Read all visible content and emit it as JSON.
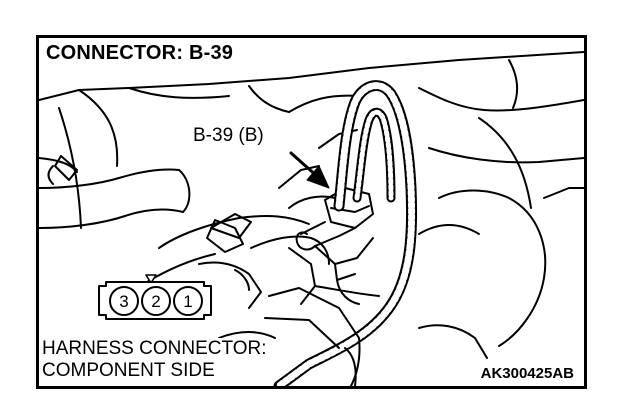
{
  "diagram": {
    "title": "CONNECTOR: B-39",
    "callout_label": "B-39 (B)",
    "pins": [
      "3",
      "2",
      "1"
    ],
    "caption_line1": "HARNESS CONNECTOR:",
    "caption_line2": "COMPONENT SIDE",
    "figure_code": "AK300425AB"
  }
}
